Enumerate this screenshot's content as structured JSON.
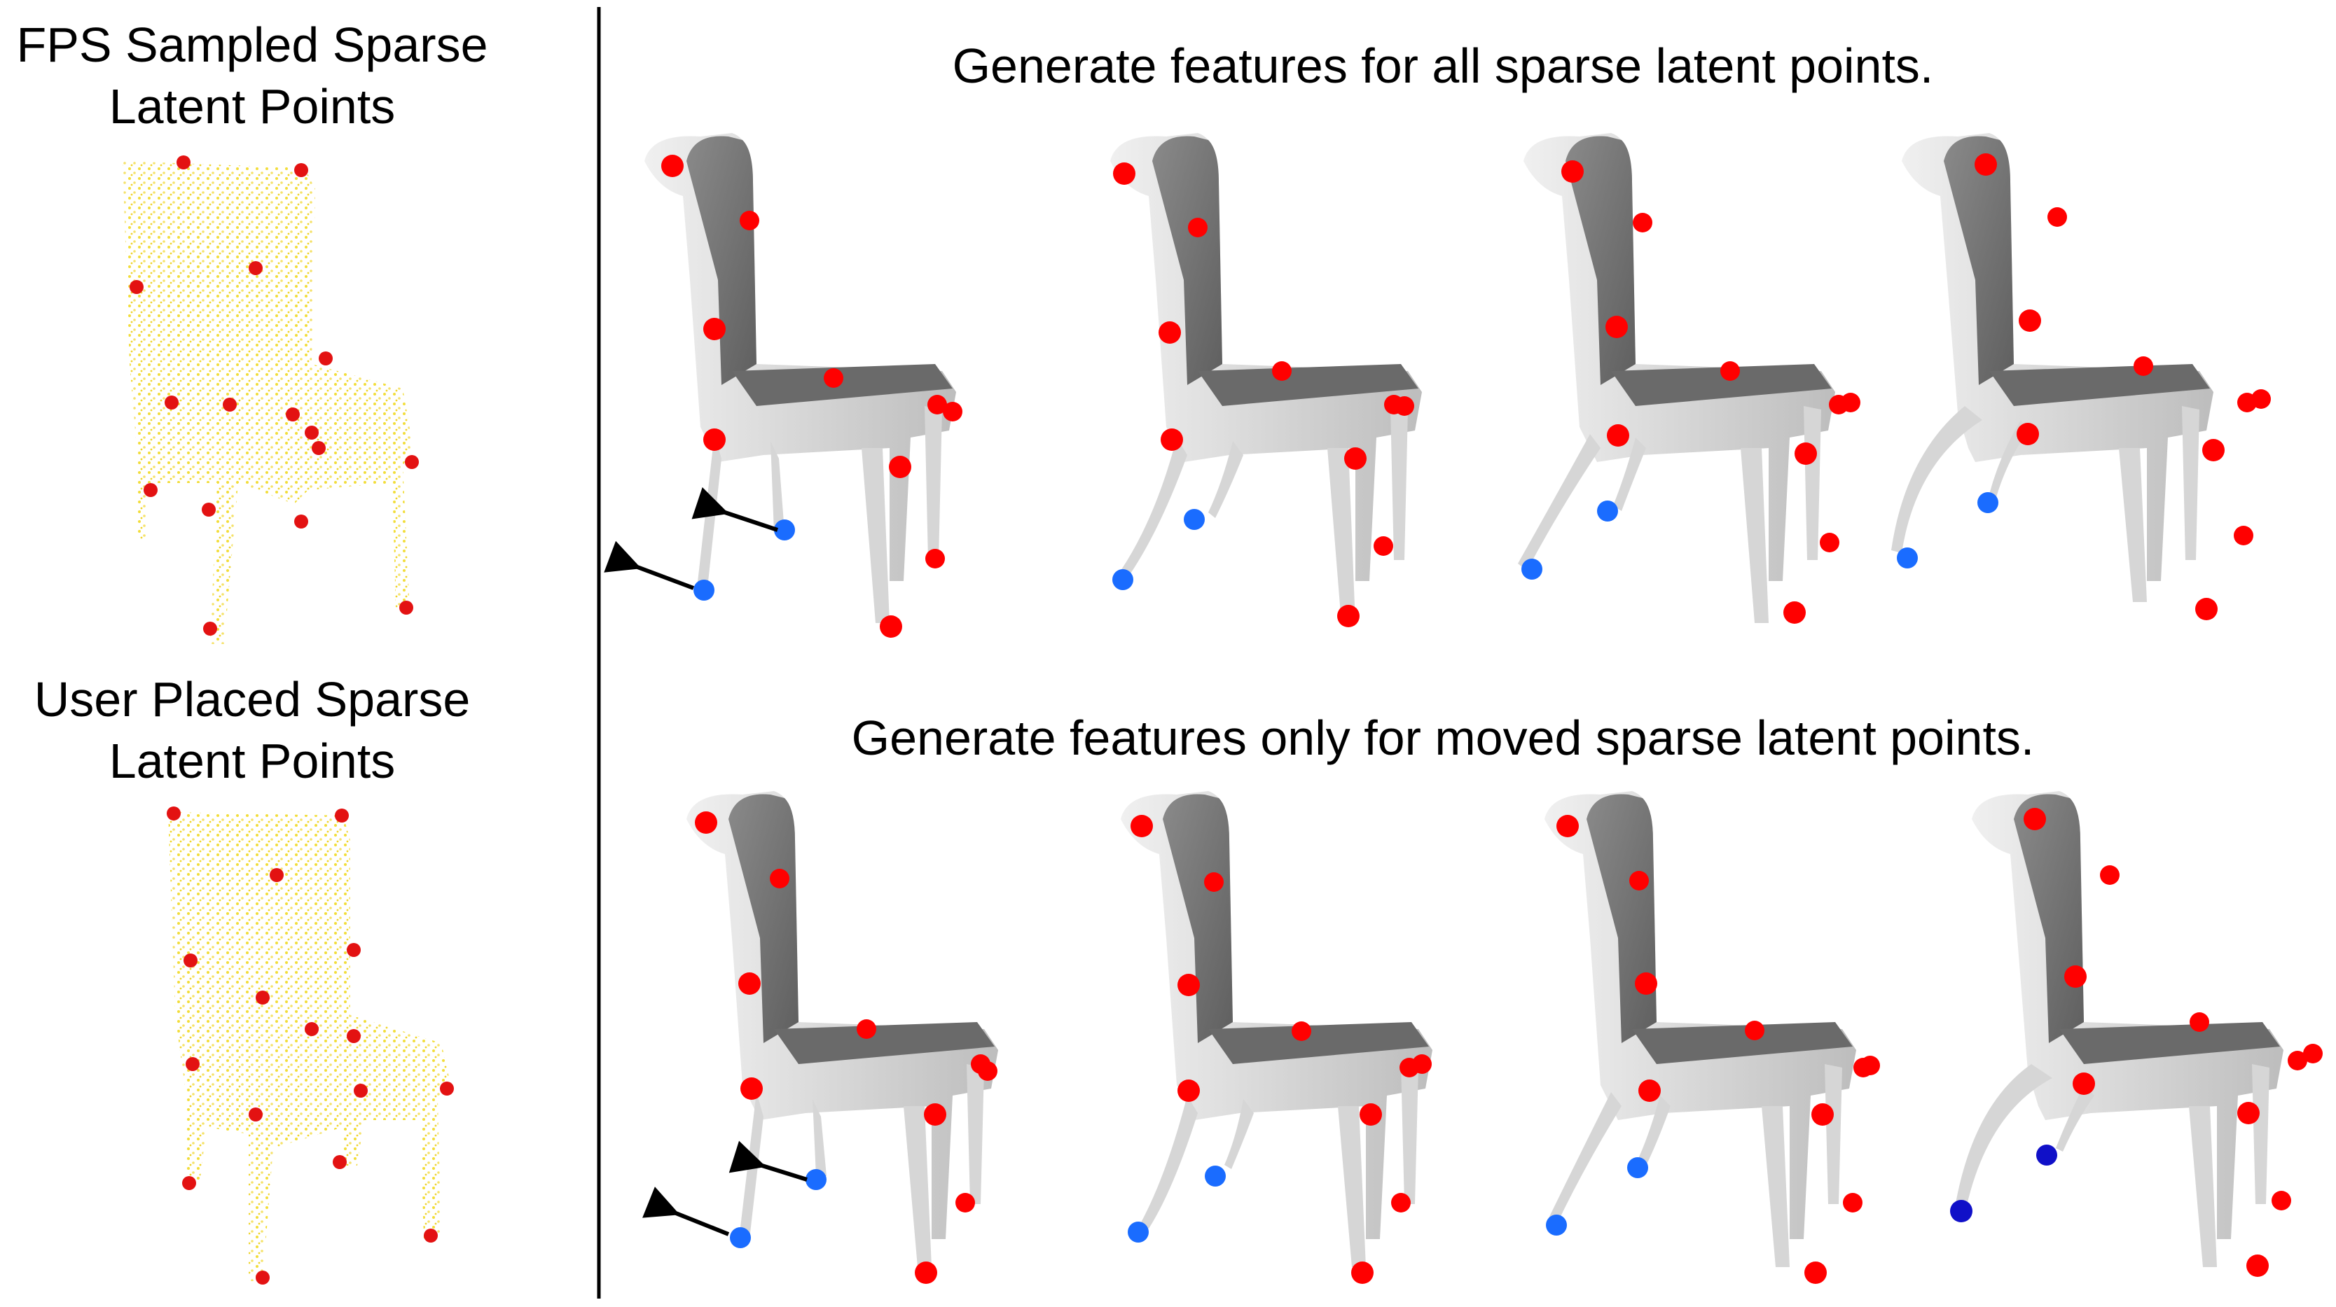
{
  "left_panel": {
    "top_label_line1": "FPS Sampled Sparse",
    "top_label_line2": "Latent Points",
    "bottom_label_line1": "User Placed Sparse",
    "bottom_label_line2": "Latent Points"
  },
  "right_panel": {
    "row1_title": "Generate features for all sparse latent points.",
    "row2_title": "Generate features only for moved sparse latent points."
  },
  "colors": {
    "latent_point": "#ff0000",
    "moved_point": "#1a6cff",
    "point_cloud": "#f2dd3a",
    "chair_back": "#7a7a7a",
    "chair_frame": "#dcdcdc",
    "divider": "#000000"
  }
}
